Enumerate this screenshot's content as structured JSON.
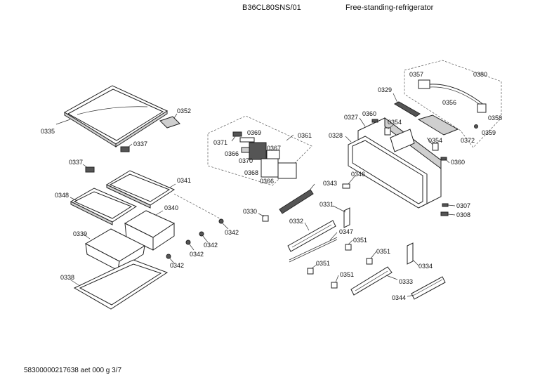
{
  "header": {
    "model": "B36CL80SNS/01",
    "description": "Free-standing-refrigerator"
  },
  "footer": {
    "doc_id": "58300000217638 aet 000 g 3/7"
  },
  "labels": {
    "l0335": "0335",
    "l0352": "0352",
    "l0337a": "0337",
    "l0337b": "0337",
    "l0341": "0341",
    "l0348": "0348",
    "l0340": "0340",
    "l0342a": "0342",
    "l0342b": "0342",
    "l0342c": "0342",
    "l0342d": "0342",
    "l0339": "0339",
    "l0338": "0338",
    "l0371": "0371",
    "l0369": "0369",
    "l0361": "0361",
    "l0366a": "0366",
    "l0367": "0367",
    "l0370": "0370",
    "l0368": "0368",
    "l0366b": "0366",
    "l0330": "0330",
    "l0343": "0343",
    "l0346": "0346",
    "l0331": "0331",
    "l0332": "0332",
    "l0347": "0347",
    "l0351a": "0351",
    "l0351b": "0351",
    "l0351c": "0351",
    "l0351d": "0351",
    "l0334": "0334",
    "l0333": "0333",
    "l0344": "0344",
    "l0357": "0357",
    "l0380": "0380",
    "l0329": "0329",
    "l0356": "0356",
    "l0358": "0358",
    "l0327": "0327",
    "l0360a": "0360",
    "l0354a": "0354",
    "l0359": "0359",
    "l0328": "0328",
    "l0354b": "0354",
    "l0372": "0372",
    "l0360b": "0360",
    "l0307": "0307",
    "l0308": "0308"
  }
}
